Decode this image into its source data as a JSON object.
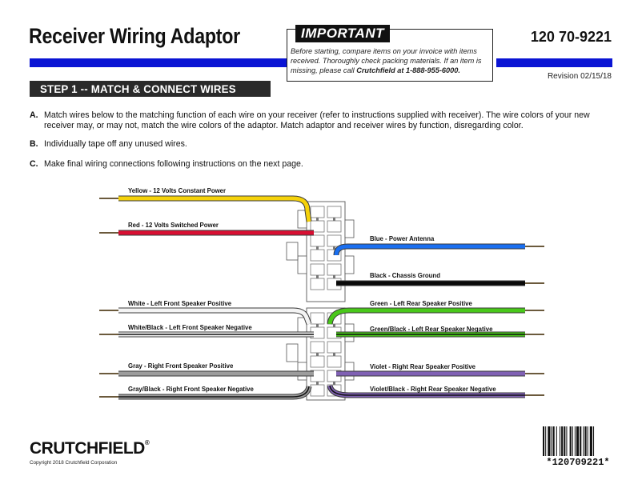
{
  "header": {
    "title": "Receiver Wiring Adaptor",
    "part_number": "120 70-9221",
    "revision": "Revision 02/15/18"
  },
  "important": {
    "label": "IMPORTANT",
    "text_start": "Before starting, compare items on your invoice with items received.  Thoroughly check packing materials.  If an item is missing, please call ",
    "phone_bold": "Crutchfield at 1-888-955-6000."
  },
  "step": {
    "title": "STEP 1 -- MATCH & CONNECT WIRES"
  },
  "instructions": [
    {
      "letter": "A.",
      "text": "Match wires below to the matching function of each wire on your receiver (refer to instructions supplied with receiver).  The wire colors of your new receiver may, or may not, match the wire colors of the adaptor.  Match adaptor and receiver wires by function, disregarding color."
    },
    {
      "letter": "B.",
      "text": "Individually tape off any unused wires."
    },
    {
      "letter": "C.",
      "text": "Make final wiring connections following instructions on the next page."
    }
  ],
  "wires": {
    "left": [
      {
        "label": "Yellow - 12 Volts Constant Power",
        "color": "#f5d20a"
      },
      {
        "label": "Red - 12 Volts Switched Power",
        "color": "#d80f32"
      },
      {
        "label": "White - Left Front Speaker Positive",
        "color": "#f4f4f4"
      },
      {
        "label": "White/Black - Left Front Speaker Negative",
        "color": "#f4f4f4"
      },
      {
        "label": "Gray - Right Front Speaker Positive",
        "color": "#9d9d9d"
      },
      {
        "label": "Gray/Black - Right Front Speaker Negative",
        "color": "#9d9d9d"
      }
    ],
    "right": [
      {
        "label": "Blue - Power Antenna",
        "color": "#1a6ff0"
      },
      {
        "label": "Black - Chassis Ground",
        "color": "#0a0a0a"
      },
      {
        "label": "Green - Left Rear Speaker Positive",
        "color": "#49c81a"
      },
      {
        "label": "Green/Black - Left Rear Speaker Negative",
        "color": "#49c81a"
      },
      {
        "label": "Violet - Right Rear Speaker Positive",
        "color": "#8061b4"
      },
      {
        "label": "Violet/Black - Right Rear Speaker Negative",
        "color": "#8061b4"
      }
    ]
  },
  "footer": {
    "logo": "CRUTCHFIELD",
    "logo_mark": "®",
    "copyright": "Copyright 2018  Crutchfield Corporation",
    "barcode_text": "*120709221*"
  },
  "colors": {
    "blue_bar": "#0a14d4",
    "stripe": "#111111"
  }
}
